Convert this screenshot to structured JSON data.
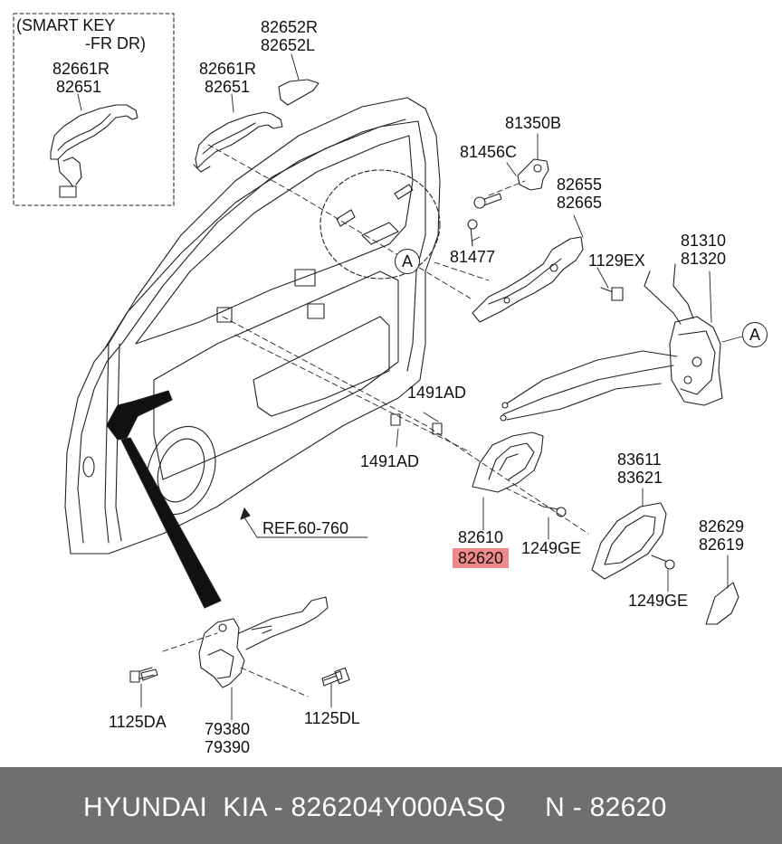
{
  "smart_key": {
    "line1": "(SMART KEY",
    "line2": "-FR DR)"
  },
  "labels": {
    "handle_smart_1": "82661R",
    "handle_smart_2": "82651",
    "handle_1": "82661R",
    "handle_2": "82651",
    "cover_1": "82652R",
    "cover_2": "82652L",
    "bracket_1": "81350B",
    "screw_c": "81456C",
    "frame_1": "82655",
    "frame_2": "82665",
    "bolt_81477": "81477",
    "bolt_1129ex": "1129EX",
    "latch_1": "81310",
    "latch_2": "81320",
    "clip_upper": "1491AD",
    "clip_lower": "1491AD",
    "ref": "REF.60-760",
    "inner_handle_1": "82610",
    "inner_handle_2": "82620",
    "screw_1249ge_a": "1249GE",
    "bezel_1": "83611",
    "bezel_2": "83621",
    "screw_1249ge_b": "1249GE",
    "cap_1": "82629",
    "cap_2": "82619",
    "bolt_1125da": "1125DA",
    "checker_1": "79380",
    "checker_2": "79390",
    "bolt_1125dl": "1125DL"
  },
  "callouts": {
    "left": "A",
    "right": "A"
  },
  "footer": {
    "text": "HYUNDAI  KIA - 826204Y000ASQ     N - 82620"
  },
  "colors": {
    "highlight": "#f08a8a",
    "footer_bg": "#6f6f6f",
    "footer_text": "#ffffff"
  }
}
